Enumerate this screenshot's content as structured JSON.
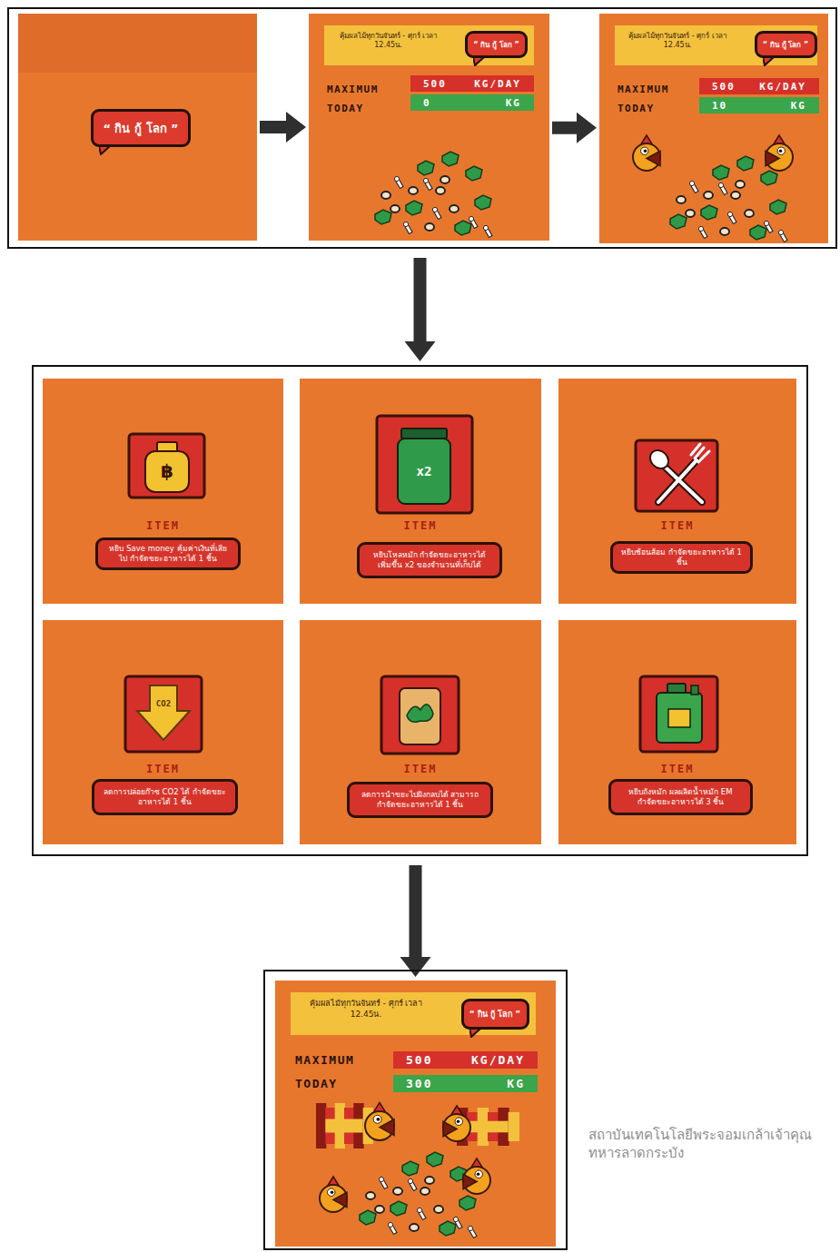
{
  "diagram": {
    "nodes": [
      {
        "text": []
      },
      {
        "text": [],
        "in": 0
      },
      {
        "text": [
          "“ กิน กู้ โลก ”"
        ],
        "in": 1
      },
      {
        "text": [
          "MAXIMUM",
          "TODAY"
        ],
        "in": 0
      },
      {
        "text": [
          "คุ้มผลไม้ทุกวันจันทร์ - ศุกร์ เวลา 12.45น."
        ],
        "in": 3
      },
      {
        "text": [
          "“ กิน กู้ โลก ”"
        ],
        "in": 4
      },
      {
        "text": [
          "500",
          "KG/DAY"
        ],
        "in": 3
      },
      {
        "text": [
          "0",
          "KG"
        ],
        "in": 3
      },
      {
        "text": [
          "MAXIMUM",
          "TODAY"
        ],
        "in": 0
      },
      {
        "text": [
          "คุ้มผลไม้ทุกวันจันทร์ - ศุกร์ เวลา 12.45น."
        ],
        "in": 8
      },
      {
        "text": [
          "“ กิน กู้ โลก ”"
        ],
        "in": 9
      },
      {
        "text": [
          "500",
          "KG/DAY"
        ],
        "in": 8
      },
      {
        "text": [
          "10",
          "KG"
        ],
        "in": 8
      },
      {
        "text": []
      },
      {
        "text": [
          "ITEM"
        ],
        "in": 13
      },
      {
        "text": [
          "หยิบ Save money คุ้มค่าเงินที่เสียไป กำจัดขยะอาหารได้ 1 ชิ้น"
        ],
        "in": 14
      },
      {
        "text": [
          "ITEM"
        ],
        "in": 13
      },
      {
        "text": [
          "หยิบโหลหมัก กำจัดขยะอาหารได้เพิ่มขึ้น x2 ของจำนวนที่เก็บได้"
        ],
        "in": 16
      },
      {
        "text": [
          "ITEM"
        ],
        "in": 13
      },
      {
        "text": [
          "หยิบช้อนส้อม กำจัดขยะอาหารได้ 1 ชิ้น"
        ],
        "in": 18
      },
      {
        "text": [
          "ITEM"
        ],
        "in": 13
      },
      {
        "text": [
          "ลดการปล่อยก๊าซ CO2 ได้ กำจัดขยะอาหารได้ 1 ชิ้น"
        ],
        "in": 20
      },
      {
        "text": [
          "ITEM"
        ],
        "in": 13
      },
      {
        "text": [
          "ลดการนำขยะไปฝังกลบได้ สามารถกำจัดขยะอาหารได้ 1 ชิ้น"
        ],
        "in": 22
      },
      {
        "text": [
          "ITEM"
        ],
        "in": 13
      },
      {
        "text": [
          "หยิบถังหมัก ผลผลิตน้ำหมัก EM กำจัดขยะอาหารได้ 3 ชิ้น"
        ],
        "in": 24
      },
      {
        "text": [
          "MAXIMUM",
          "TODAY"
        ]
      },
      {
        "text": [
          "คุ้มผลไม้ทุกวันจันทร์ - ศุกร์ เวลา 12.45น."
        ],
        "in": 26
      },
      {
        "text": [
          "“ กิน กู้ โลก ”"
        ],
        "in": 27
      },
      {
        "text": [
          "500",
          "KG/DAY"
        ],
        "in": 26
      },
      {
        "text": [
          "300",
          "KG"
        ],
        "in": 26
      }
    ],
    "edges": [
      {
        "from": 1,
        "to": 3,
        "arrow": "to"
      },
      {
        "from": 3,
        "to": 8,
        "arrow": "to"
      },
      {
        "from": 0,
        "to": 13,
        "arrow": "to"
      },
      {
        "from": 13,
        "to": 26,
        "arrow": "to"
      }
    ],
    "labels": [
      "฿",
      "x2",
      "CO2",
      "สถาบันเทคโนโลยีพระจอมเกล้าเจ้าคุณทหารลาดกระบัง"
    ]
  }
}
